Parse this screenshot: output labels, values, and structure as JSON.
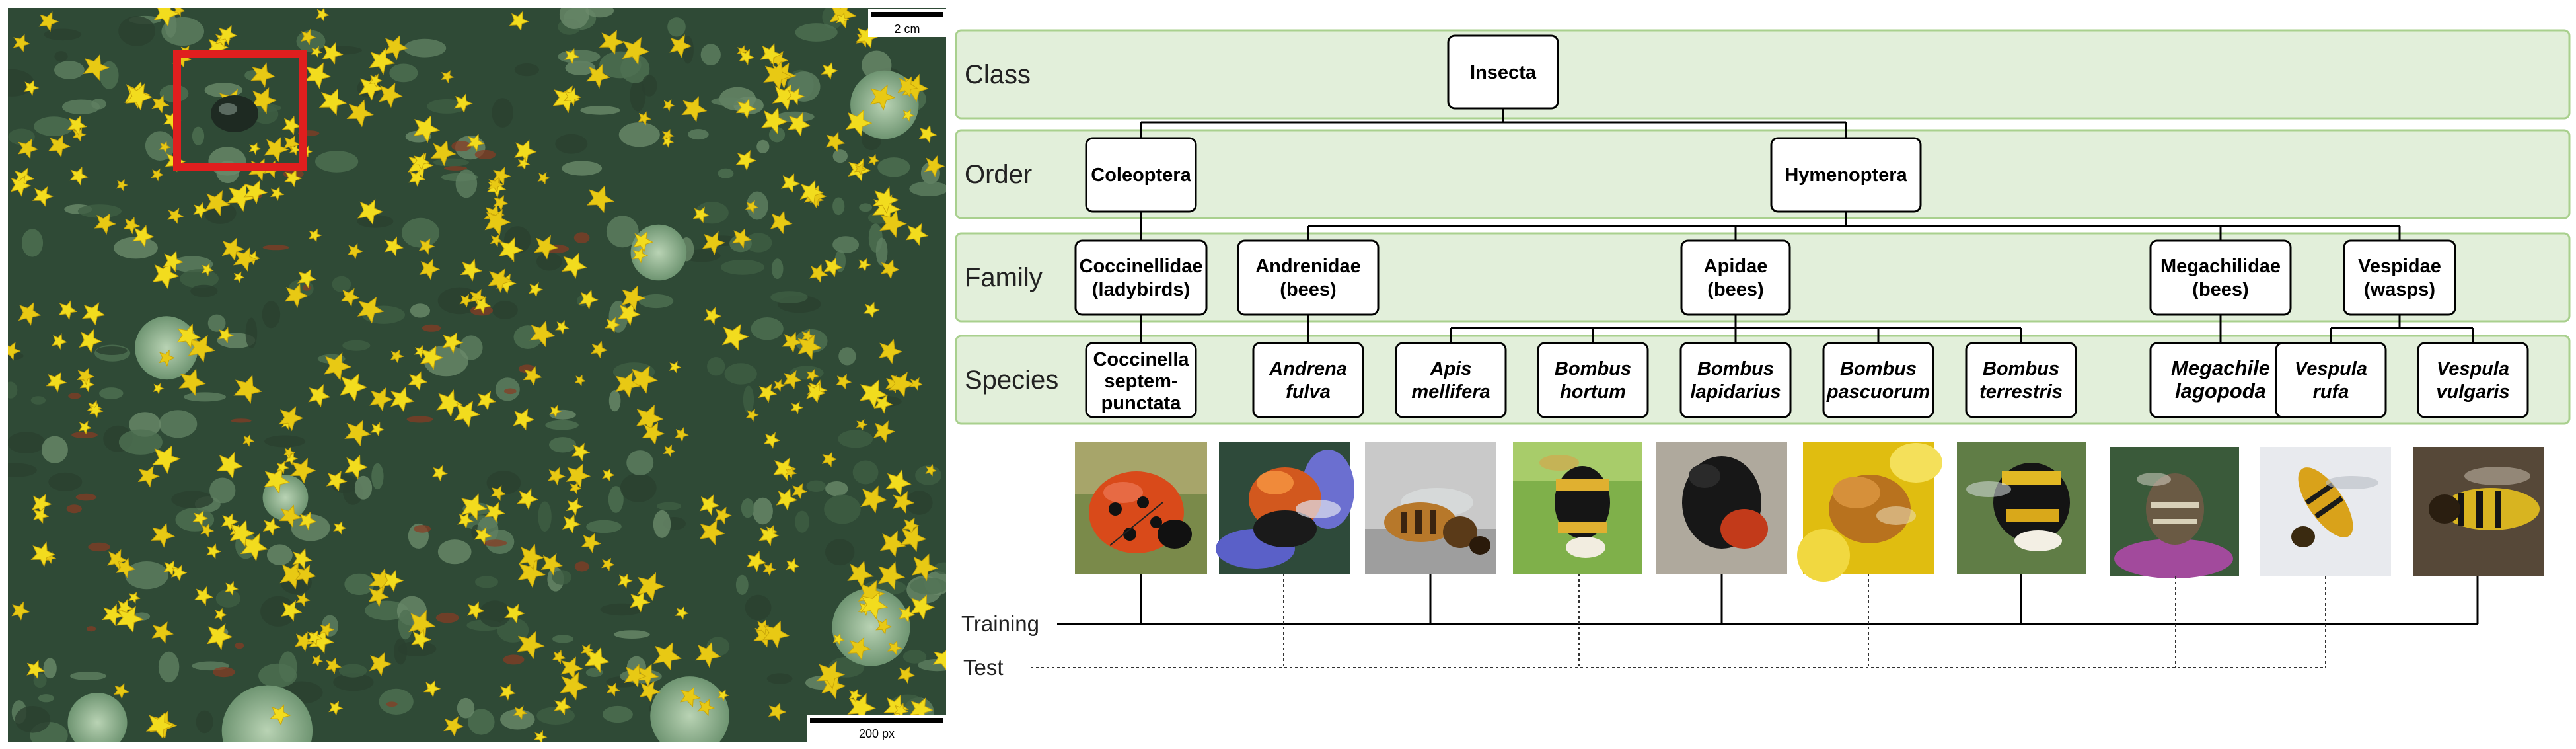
{
  "photo": {
    "scale_top": "2 cm",
    "scale_bottom": "200 px",
    "highlight_color": "#e01e1e"
  },
  "bands": {
    "class": "Class",
    "order": "Order",
    "family": "Family",
    "species": "Species"
  },
  "nodes": {
    "insecta": [
      "Insecta"
    ],
    "coleoptera": [
      "Coleoptera"
    ],
    "hymenoptera": [
      "Hymenoptera"
    ],
    "coccinellidae": [
      "Coccinellidae",
      "(ladybirds)"
    ],
    "andrenidae": [
      "Andrenidae",
      "(bees)"
    ],
    "apidae": [
      "Apidae",
      "(bees)"
    ],
    "megachilidae": [
      "Megachilidae",
      "(bees)"
    ],
    "vespidae": [
      "Vespidae",
      "(wasps)"
    ],
    "coccinella": [
      "Coccinella",
      "septem-",
      "punctata"
    ],
    "andrena": [
      "Andrena",
      "fulva"
    ],
    "apis": [
      "Apis",
      "mellifera"
    ],
    "b_hortum": [
      "Bombus",
      "hortum"
    ],
    "b_lapidarius": [
      "Bombus",
      "lapidarius"
    ],
    "b_pascuorum": [
      "Bombus",
      "pascuorum"
    ],
    "b_terrestris": [
      "Bombus",
      "terrestris"
    ],
    "megachile": [
      "Megachile",
      "lagopoda"
    ],
    "v_rufa": [
      "Vespula",
      "rufa"
    ],
    "v_vulgaris": [
      "Vespula",
      "vulgaris"
    ]
  },
  "split": {
    "training": "Training",
    "test": "Test"
  },
  "colors": {
    "band_fill": "#e2efda",
    "band_stroke": "#a9d08e"
  }
}
